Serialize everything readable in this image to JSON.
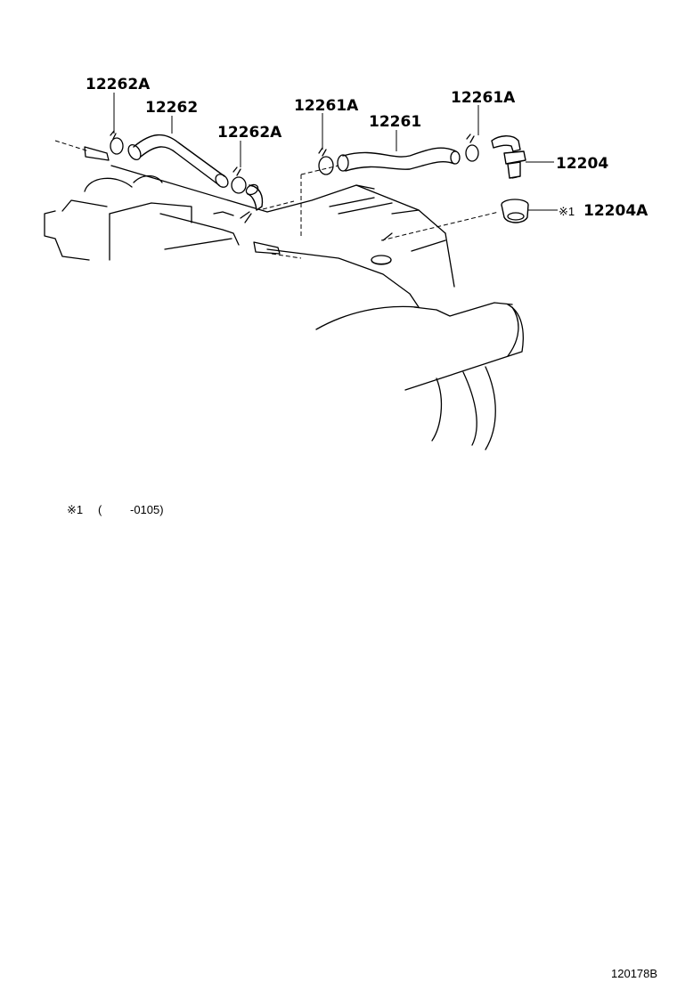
{
  "labels": {
    "clip_12262a_upper": "12262A",
    "hose_12262": "12262",
    "clip_12262a_lower": "12262A",
    "clip_12261a_left": "12261A",
    "hose_12261": "12261",
    "clip_12261a_right": "12261A",
    "valve_12204": "12204",
    "grommet_marker": "※1",
    "grommet_12204a": "12204A"
  },
  "footnote": {
    "marker": "※1",
    "open_paren": "(",
    "range": "-0105)"
  },
  "figure_id": "120178B"
}
